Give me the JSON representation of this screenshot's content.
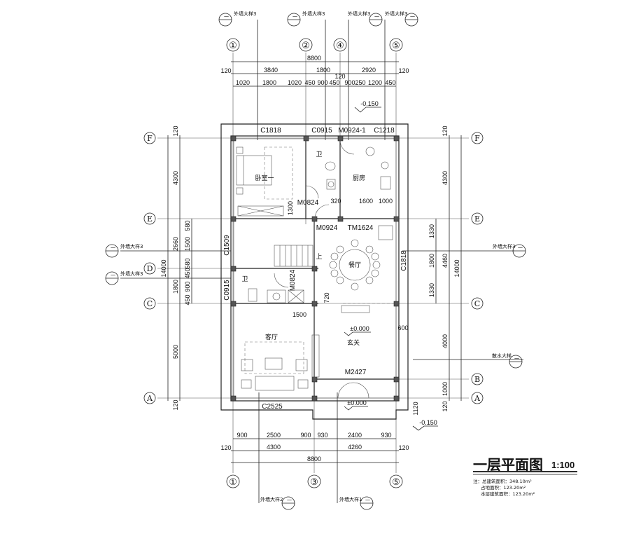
{
  "axes": {
    "v_top": [
      "①",
      "②",
      "④",
      "⑤"
    ],
    "v_bottom": [
      "①",
      "③",
      "⑤"
    ],
    "h_left": [
      "F",
      "E",
      "D",
      "C",
      "A"
    ],
    "h_right": [
      "F",
      "E",
      "C",
      "B",
      "A"
    ]
  },
  "top_dims": {
    "total": "8800",
    "row2": [
      "120",
      "3840",
      "1800",
      "2920",
      "120"
    ],
    "row3": [
      "1020",
      "1800",
      "1020",
      "450",
      "900",
      "450",
      "900",
      "250",
      "1200",
      "450"
    ],
    "mid": "120",
    "level": "-0.150"
  },
  "bottom_dims": {
    "row1": [
      "900",
      "2500",
      "900",
      "930",
      "2400",
      "930"
    ],
    "row2": [
      "120",
      "4300",
      "4260",
      "120"
    ],
    "total": "8800"
  },
  "left_dims": {
    "outer": "14000",
    "mid": [
      "120",
      "4300",
      "2660",
      "1800",
      "5000",
      "120"
    ],
    "inner": [
      "580",
      "1500",
      "580",
      "450",
      "900",
      "450"
    ]
  },
  "right_dims": {
    "outer": "14000",
    "mid": [
      "120",
      "4300",
      "4460",
      "4000",
      "1000",
      "120"
    ],
    "inner": [
      "1330",
      "1800",
      "1330"
    ],
    "extra": "1120",
    "level": "-0.150",
    "offset": "600"
  },
  "markers": {
    "detail3": "外墙大样3",
    "detail2": "外墙大样2",
    "detail1": "外墙大样1",
    "apron": "散水大样",
    "sym_top": "一"
  },
  "openings": {
    "c1818_top": "C1818",
    "c0915_top": "C0915",
    "m0924_1": "M0924-1",
    "c1218": "C1218",
    "m0824_a": "M0824",
    "m0924": "M0924",
    "tm1624": "TM1624",
    "c1509": "C1509",
    "c0915_left": "C0915",
    "c1818_right": "C1818",
    "m0824_b": "M0824",
    "m2427": "M2427",
    "c2525": "C2525"
  },
  "rooms": {
    "bedroom": "卧室一",
    "bath1": "卫",
    "kitchen": "厨房",
    "dining": "餐厅",
    "bath2": "卫",
    "living": "客厅",
    "foyer": "玄关",
    "stair_up": "上"
  },
  "interior_dims": {
    "d320": "320",
    "d1600": "1600",
    "d1000": "1000",
    "d1300": "1300",
    "d720": "720",
    "d1500": "1500",
    "lvl_foyer": "±0.000",
    "lvl_porch": "±0.000"
  },
  "title": {
    "name": "一层平面图",
    "scale": "1:100",
    "notes": [
      "注：总建筑面积：348.10m²",
      "占地面积：123.20m²",
      "本层建筑面积：123.20m²"
    ]
  }
}
